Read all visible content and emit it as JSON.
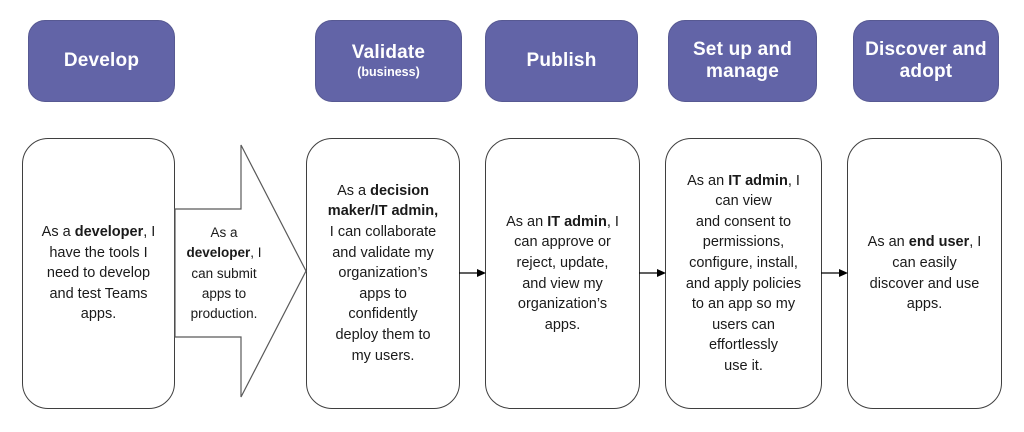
{
  "theme": {
    "accent": "#6264A7",
    "accent_edge": "#575992",
    "card_border": "#3f3f3f",
    "shape_border": "#595959",
    "text": "#1a1a1a",
    "arrow": "#000000"
  },
  "stages": [
    {
      "title": "Develop",
      "subtitle": "",
      "body": [
        {
          "t": "As a "
        },
        {
          "t": "developer",
          "b": true
        },
        {
          "t": ", I\nhave the tools I\nneed to develop\nand test Teams\napps."
        }
      ]
    },
    {
      "title": "Validate",
      "subtitle": "(business)",
      "body": [
        {
          "t": "As a "
        },
        {
          "t": "decision\nmaker/IT admin,",
          "b": true
        },
        {
          "t": "\nI can collaborate\nand validate my\norganization’s\napps to\nconfidently\ndeploy them to\nmy users."
        }
      ]
    },
    {
      "title": "Publish",
      "subtitle": "",
      "body": [
        {
          "t": "As an "
        },
        {
          "t": "IT admin",
          "b": true
        },
        {
          "t": ", I\ncan approve or\nreject, update,\nand view my\norganization’s\napps."
        }
      ]
    },
    {
      "title": "Set up and\nmanage",
      "subtitle": "",
      "body": [
        {
          "t": "As an "
        },
        {
          "t": "IT admin",
          "b": true
        },
        {
          "t": ", I\ncan view\nand consent to\npermissions,\nconfigure, install,\nand apply policies\nto an app so my\nusers can\neffortlessly\nuse it."
        }
      ]
    },
    {
      "title": "Discover and\nadopt",
      "subtitle": "",
      "body": [
        {
          "t": "As an "
        },
        {
          "t": "end user",
          "b": true
        },
        {
          "t": ", I\ncan easily\ndiscover and use\napps."
        }
      ]
    }
  ],
  "transition": {
    "body": [
      {
        "t": "As a\n"
      },
      {
        "t": "developer",
        "b": true
      },
      {
        "t": ", I\ncan submit\napps to\nproduction."
      }
    ]
  }
}
